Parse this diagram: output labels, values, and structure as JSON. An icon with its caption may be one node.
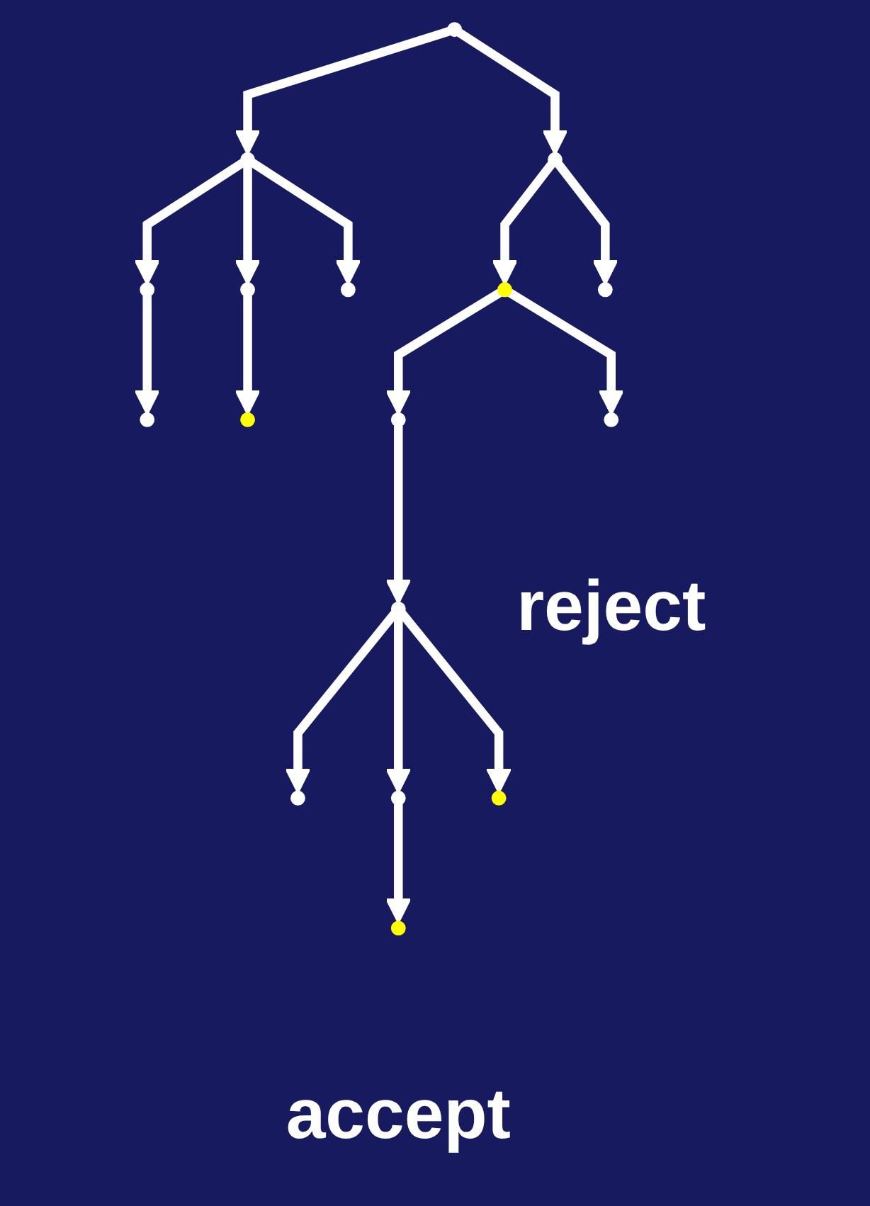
{
  "diagram": {
    "nodes": [
      {
        "text": [],
        "shape": "circle"
      },
      {
        "text": [],
        "shape": "circle"
      },
      {
        "text": [],
        "shape": "circle"
      },
      {
        "text": [],
        "shape": "circle"
      },
      {
        "text": [],
        "shape": "circle"
      },
      {
        "text": [],
        "shape": "circle"
      },
      {
        "text": [],
        "shape": "circle"
      },
      {
        "text": [],
        "shape": "circle"
      },
      {
        "text": [],
        "shape": "circle"
      },
      {
        "text": [],
        "shape": "circle"
      },
      {
        "text": [],
        "shape": "circle"
      },
      {
        "text": [],
        "shape": "circle",
        "beside": [
          "reject"
        ]
      },
      {
        "text": [],
        "shape": "circle"
      },
      {
        "text": [],
        "shape": "circle"
      },
      {
        "text": [],
        "shape": "circle"
      },
      {
        "text": [],
        "shape": "circle"
      },
      {
        "text": [],
        "shape": "circle",
        "beside": [
          "accept"
        ]
      }
    ],
    "edges": [
      {
        "from": 0,
        "to": 1,
        "arrow": "to"
      },
      {
        "from": 0,
        "to": 2,
        "arrow": "to"
      },
      {
        "from": 1,
        "to": 3,
        "arrow": "to"
      },
      {
        "from": 1,
        "to": 4,
        "arrow": "to"
      },
      {
        "from": 1,
        "to": 5,
        "arrow": "to"
      },
      {
        "from": 2,
        "to": 6,
        "arrow": "to"
      },
      {
        "from": 2,
        "to": 7,
        "arrow": "to"
      },
      {
        "from": 3,
        "to": 8,
        "arrow": "to"
      },
      {
        "from": 4,
        "to": 9,
        "arrow": "to"
      },
      {
        "from": 6,
        "to": 10,
        "arrow": "to"
      },
      {
        "from": 6,
        "to": 11,
        "arrow": "to"
      },
      {
        "from": 10,
        "to": 12,
        "arrow": "to"
      },
      {
        "from": 12,
        "to": 13,
        "arrow": "to"
      },
      {
        "from": 12,
        "to": 14,
        "arrow": "to"
      },
      {
        "from": 12,
        "to": 15,
        "arrow": "to"
      },
      {
        "from": 14,
        "to": 16,
        "arrow": "to"
      }
    ]
  }
}
